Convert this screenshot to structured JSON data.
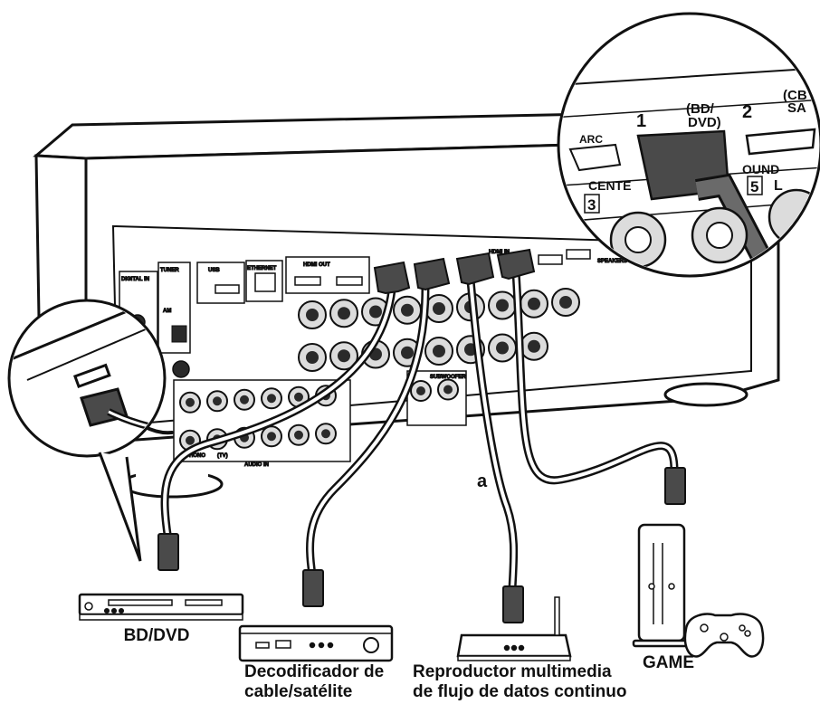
{
  "labels": {
    "connector_marker": "a",
    "bd_dvd": "BD/DVD",
    "decoder_line1": "Decodificador de",
    "decoder_line2": "cable/satélite",
    "streamer_line1": "Reproductor multimedia",
    "streamer_line2": "de flujo de datos continuo",
    "game": "GAME"
  },
  "zoom_detail": {
    "input_1": "1",
    "input_1_name_line1": "(BD/",
    "input_1_name_line2": "DVD)",
    "input_2": "2",
    "input_2_name_line1": "(CB",
    "input_2_name_line2": "SA",
    "arc": "ARC",
    "center_label": "CENTE",
    "center_number": "3",
    "surround_label": "OUND",
    "surround_number": "5",
    "surround_channel": "L"
  },
  "rear_panel_text": {
    "digital_in": "DIGITAL IN",
    "tuner": "TUNER",
    "usb": "USB",
    "ethernet": "ETHERNET",
    "hdmi_out": "HDMI OUT",
    "hdmi_in": "HDMI IN",
    "speakers": "SPEAKERS",
    "audio_in": "AUDIO IN",
    "subwoofer": "SUBWOOFER",
    "am": "AM",
    "phono": "PHONO",
    "tv": "(TV)"
  },
  "colors": {
    "line": "#111111",
    "unit_body": "#ffffff",
    "jack_fill": "#2a2a2a",
    "jack_ring": "#dcdcdc",
    "connector": "#3a3a3a"
  }
}
